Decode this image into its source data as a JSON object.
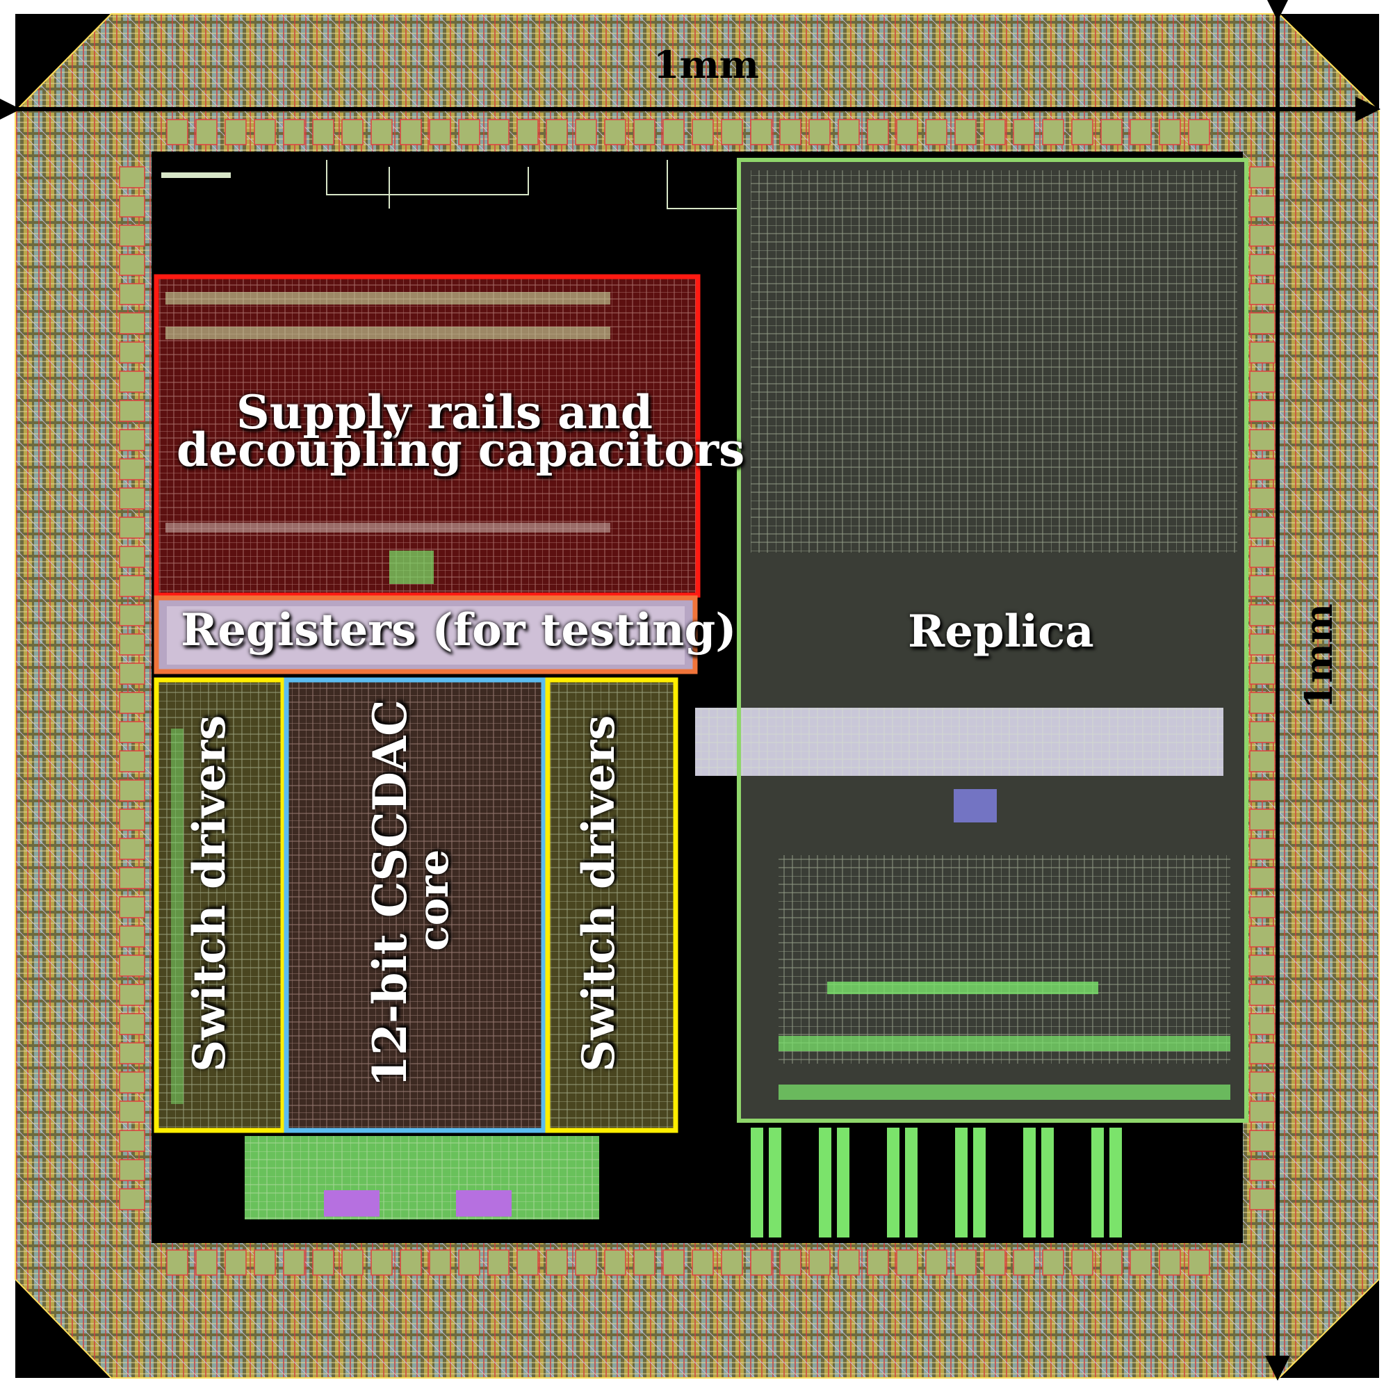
{
  "figure": {
    "dimension_width": "1mm",
    "dimension_height": "1mm"
  },
  "blocks": {
    "supply": {
      "label_line1": "Supply rails and",
      "label_line2": "decoupling capacitors",
      "color": "#ff1a12"
    },
    "registers": {
      "label": "Registers (for testing)",
      "color": "#f0743a"
    },
    "switch_left": {
      "label": "Switch drivers",
      "color": "#ffee00"
    },
    "dac_core": {
      "label_line1": "12-bit CSCDAC",
      "label_line2": "core",
      "color": "#5bbcf0"
    },
    "switch_right": {
      "label": "Switch drivers",
      "color": "#ffee00"
    },
    "replica": {
      "label": "Replica",
      "color": "#8fd66b"
    }
  },
  "palette": {
    "background": "#000000",
    "io_ring": "#8c8850",
    "metal_wire": "#d8e6c8",
    "pad_green": "#7be36b",
    "red_wire": "#c8302a",
    "magenta_cell": "#b670e0"
  }
}
